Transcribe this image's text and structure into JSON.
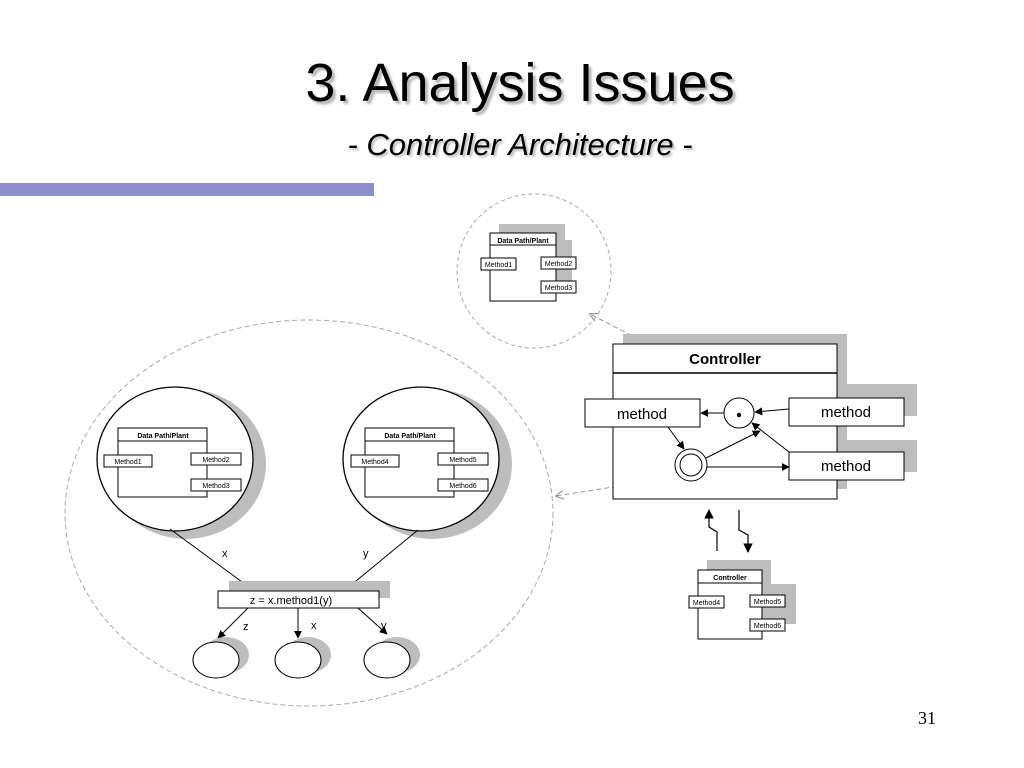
{
  "slide": {
    "title": "3. Analysis Issues",
    "subtitle": "- Controller Architecture -",
    "page_number": "31"
  },
  "colors": {
    "accent_bar": "#8d8fcc",
    "shadow": "#bdbdbd"
  },
  "diagram": {
    "top_module": {
      "title": "Data Path/Plant",
      "methods": [
        "Method1",
        "Method2",
        "Method3"
      ]
    },
    "left_module": {
      "title": "Data Path/Plant",
      "methods": [
        "Method1",
        "Method2",
        "Method3"
      ]
    },
    "right_module": {
      "title": "Data Path/Plant",
      "methods": [
        "Method4",
        "Method5",
        "Method6"
      ]
    },
    "expression": "z = x.method1(y)",
    "input_labels": {
      "x": "x",
      "y": "y"
    },
    "output_labels": [
      "z",
      "x",
      "y"
    ],
    "controller": {
      "title": "Controller",
      "left_method": "method",
      "right_top_method": "method",
      "right_bottom_method": "method"
    },
    "small_controller": {
      "title": "Controller",
      "methods": [
        "Method4",
        "Method5",
        "Method6"
      ]
    }
  }
}
